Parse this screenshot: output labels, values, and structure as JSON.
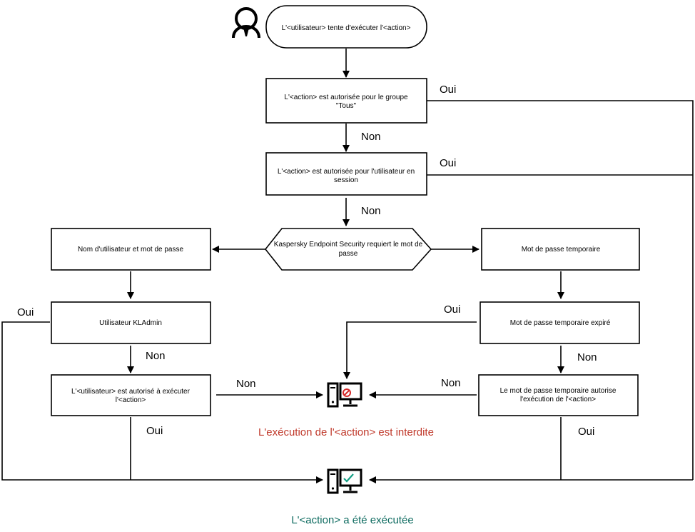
{
  "nodes": {
    "start": "L'<utilisateur> tente d'exécuter l'<action>",
    "group_all": [
      "L'<action> est autorisée pour le groupe",
      "\"Tous\""
    ],
    "session_user": [
      "L'<action> est autorisée pour l'utilisateur en",
      "session"
    ],
    "requires_password": [
      "Kaspersky Endpoint Security requiert le mot de",
      "passe"
    ],
    "username_password": "Nom d'utilisateur et mot de passe",
    "kladmin": "Utilisateur KLAdmin",
    "user_authorized": [
      "L'<utilisateur> est autorisé à exécuter",
      "l'<action>"
    ],
    "temp_password": "Mot de passe temporaire",
    "temp_expired": "Mot de passe temporaire expiré",
    "temp_authorizes": [
      "Le mot de passe temporaire autorise",
      "l'exécution de l'<action>"
    ]
  },
  "labels": {
    "yes": "Oui",
    "no": "Non"
  },
  "outcomes": {
    "forbidden": "L'exécution de l'<action> est interdite",
    "executed": "L'<action> a été exécutée"
  },
  "colors": {
    "forbidden": "#c0392b",
    "executed": "#0e6b60",
    "icon_red": "#d42a2a",
    "icon_green": "#14a085"
  },
  "icons": {
    "user": "user-icon",
    "forbidden": "computer-forbidden-icon",
    "executed": "computer-check-icon"
  }
}
